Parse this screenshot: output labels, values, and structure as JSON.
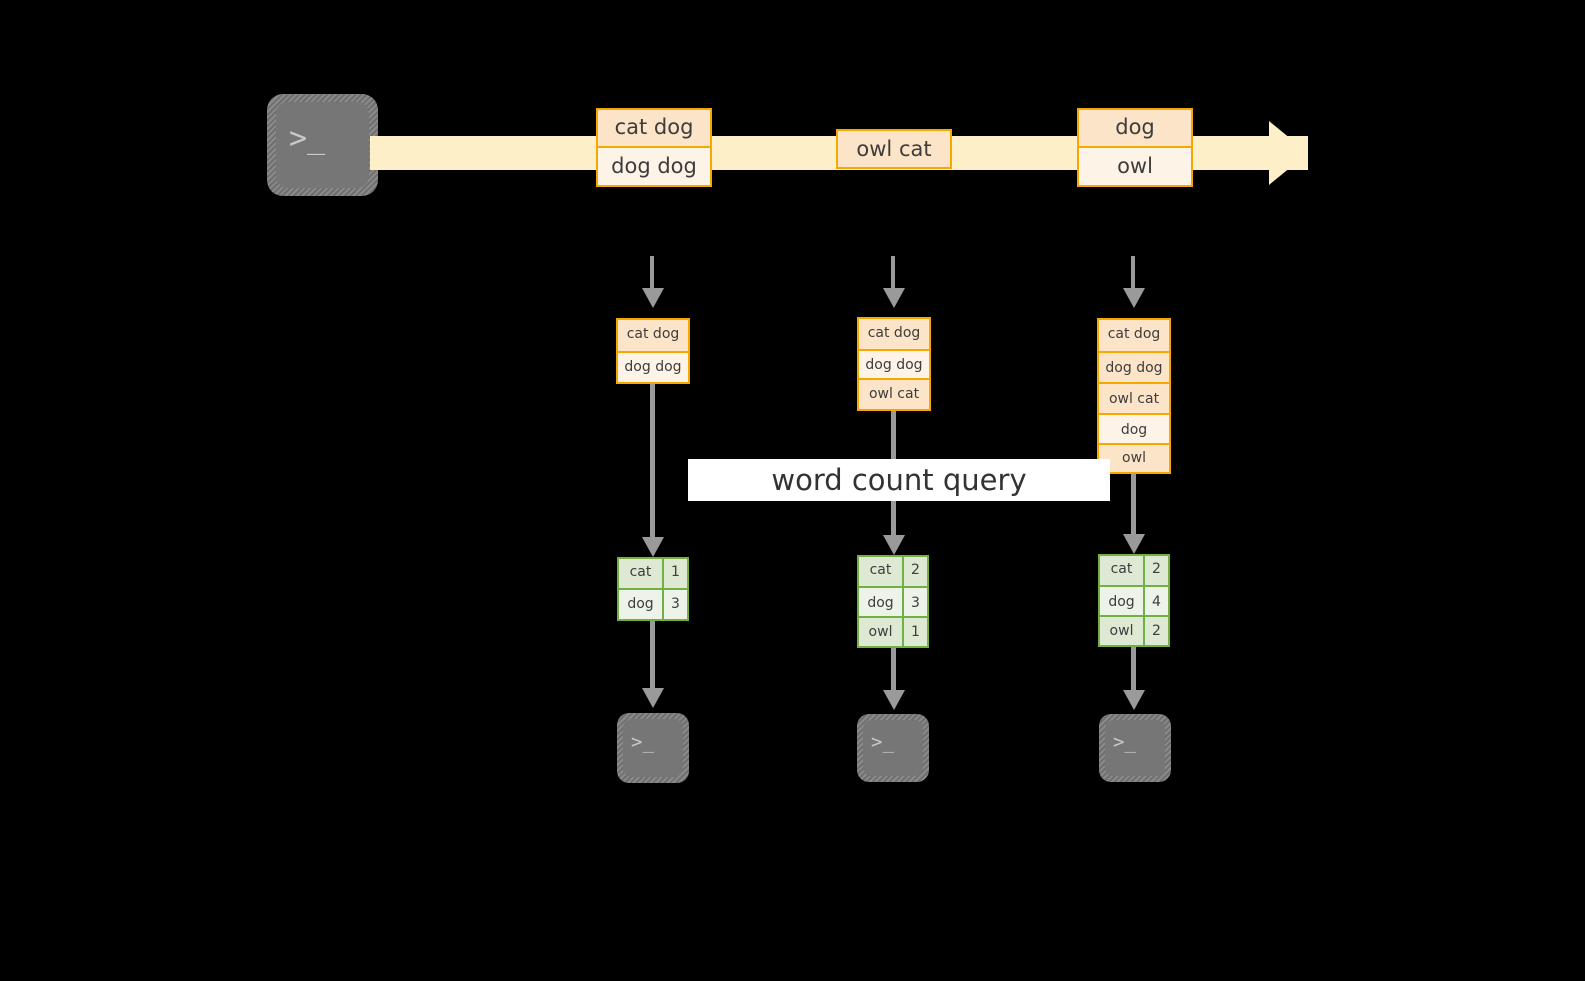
{
  "diagram": {
    "title": "word count query",
    "background_color": "#000000",
    "colors": {
      "timeline_fill": "#FDF0C8",
      "event_border": "#F4A800",
      "event_fill_dark": "#FCE4C8",
      "event_fill_light": "#FDF3E7",
      "result_border": "#73B043",
      "result_fill_dark": "#DEE9D4",
      "result_fill_light": "#EDF3E8",
      "connector": "#9A9A9A",
      "terminal_fill": "#767676",
      "banner_bg": "#FFFFFF"
    }
  },
  "source": {
    "icon": "terminal-icon",
    "glyph": ">_"
  },
  "timeline": {
    "icon": "arrow-right-icon",
    "events": [
      {
        "id": "event-1",
        "lines": [
          "cat dog",
          "dog dog"
        ]
      },
      {
        "id": "event-2",
        "lines": [
          "owl cat"
        ]
      },
      {
        "id": "event-3",
        "lines": [
          "dog",
          "owl"
        ]
      }
    ]
  },
  "banner": {
    "label": "word count query"
  },
  "columns": [
    {
      "id": "batch-1",
      "input_rows": [
        "cat dog",
        "dog dog"
      ],
      "result_header": null,
      "result_rows": [
        {
          "word": "cat",
          "count": "1"
        },
        {
          "word": "dog",
          "count": "3"
        }
      ],
      "sink_glyph": ">_"
    },
    {
      "id": "batch-2",
      "input_rows": [
        "cat dog",
        "dog dog",
        "owl cat"
      ],
      "result_header": null,
      "result_rows": [
        {
          "word": "cat",
          "count": "2"
        },
        {
          "word": "dog",
          "count": "3"
        },
        {
          "word": "owl",
          "count": "1"
        }
      ],
      "sink_glyph": ">_"
    },
    {
      "id": "batch-3",
      "input_rows": [
        "cat dog",
        "dog dog",
        "owl cat",
        "dog",
        "owl"
      ],
      "result_header": null,
      "result_rows": [
        {
          "word": "cat",
          "count": "2"
        },
        {
          "word": "dog",
          "count": "4"
        },
        {
          "word": "owl",
          "count": "2"
        }
      ],
      "sink_glyph": ">_"
    }
  ]
}
